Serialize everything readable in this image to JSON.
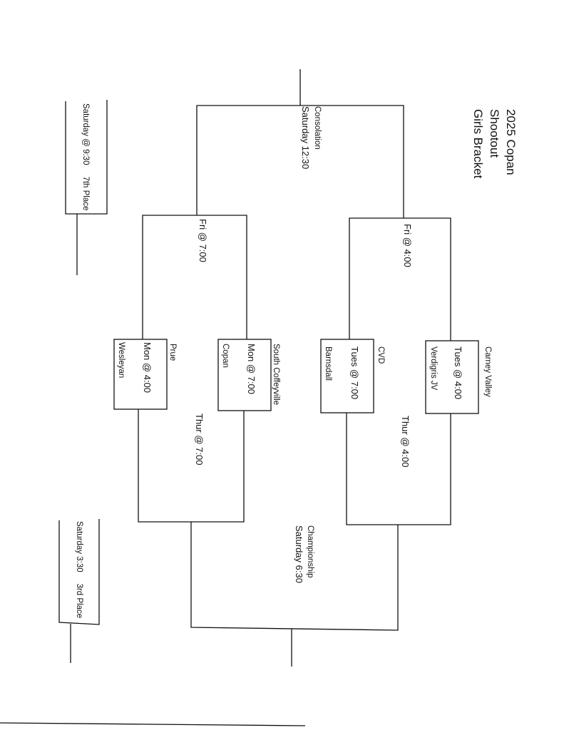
{
  "title": {
    "line1": "2025 Copan",
    "line2": "Shootout",
    "line3": "Girls Bracket"
  },
  "first_round": {
    "carney_valley": {
      "team_top": "Carney Valley",
      "game": "Tues @ 4:00",
      "team_bottom": "Verdigris JV"
    },
    "cvd": {
      "team_top": "CVD",
      "game": "Tues @ 7:00",
      "team_bottom": "Barnsdall"
    },
    "south_coffeyville": {
      "team_top": "South Coffeyville",
      "game": "Mon @ 7:00",
      "team_bottom": "Copan"
    },
    "prue": {
      "team_top": "Prue",
      "game": "Mon @ 4:00",
      "team_bottom": "Wesleyan"
    }
  },
  "semifinals": {
    "top_fri": "Fri @ 4:00",
    "bottom_fri": "Fri @ 7:00",
    "top_thur": "Thur @ 4:00",
    "bottom_thur": "Thur @ 7:00"
  },
  "finals": {
    "consolation_label": "Consolation",
    "consolation_time": "Saturday 12:30",
    "championship_label": "Championship",
    "championship_time": "Saturday  6:30",
    "seventh_place": "Saturday @ 9:30     7th Place",
    "third_place": "Saturday 3:30     3rd Place"
  },
  "colors": {
    "ink": "#111111",
    "paper": "#ffffff"
  }
}
